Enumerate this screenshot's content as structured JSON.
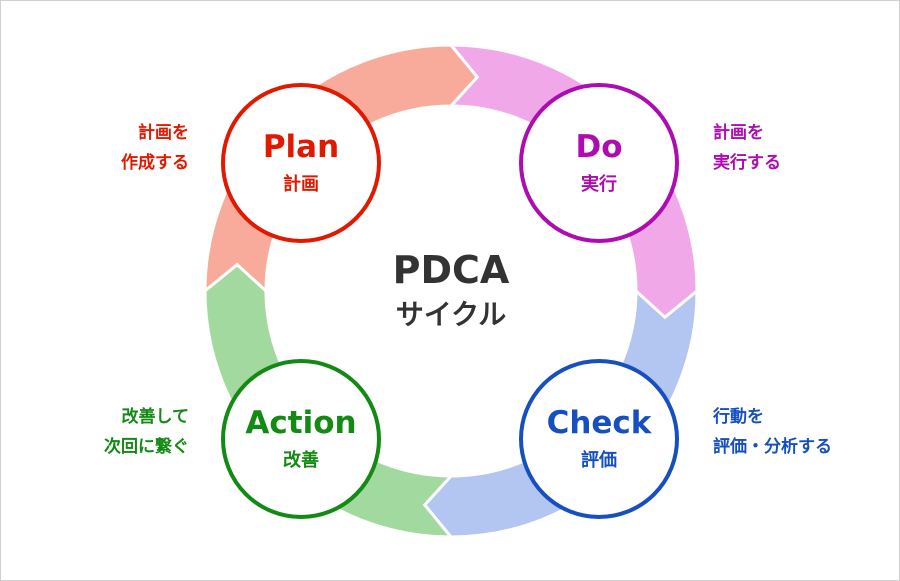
{
  "center": {
    "title": "PDCA",
    "subtitle": "サイクル"
  },
  "steps": [
    {
      "key": "plan",
      "en": "Plan",
      "ja": "計画",
      "desc": [
        "計画を",
        "作成する"
      ],
      "color": "#e01a00",
      "arc": "#f9ab9b"
    },
    {
      "key": "do",
      "en": "Do",
      "ja": "実行",
      "desc": [
        "計画を",
        "実行する"
      ],
      "color": "#ae0cb0",
      "arc": "#f0a8e8"
    },
    {
      "key": "check",
      "en": "Check",
      "ja": "評価",
      "desc": [
        "行動を",
        "評価・分析する"
      ],
      "color": "#1650c0",
      "arc": "#b3c5f1"
    },
    {
      "key": "action",
      "en": "Action",
      "ja": "改善",
      "desc": [
        "改善して",
        "次回に繋ぐ"
      ],
      "color": "#138a13",
      "arc": "#a2d99f"
    }
  ]
}
